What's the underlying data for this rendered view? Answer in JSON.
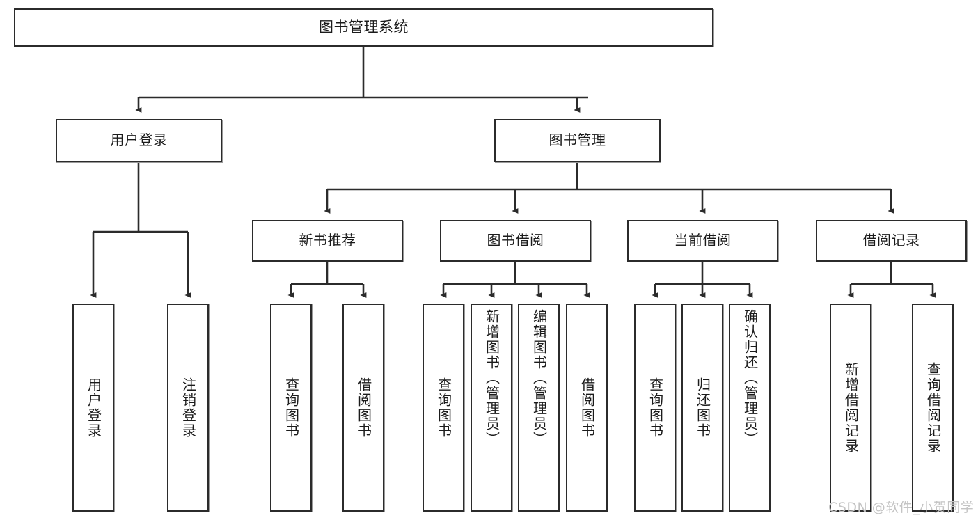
{
  "diagram": {
    "title": "图书管理系统",
    "type": "tree-hierarchy-chart",
    "colors": {
      "background": "#ffffff",
      "node_border": "#2b2b2b",
      "node_fill": "#ffffff",
      "edge": "#2b2b2b",
      "text": "#1b1b1b",
      "watermark": "#c4c4c4"
    }
  },
  "root": {
    "label": "图书管理系统"
  },
  "level1": [
    {
      "label": "用户登录"
    },
    {
      "label": "图书管理"
    }
  ],
  "level2": [
    {
      "label": "新书推荐"
    },
    {
      "label": "图书借阅"
    },
    {
      "label": "当前借阅"
    },
    {
      "label": "借阅记录"
    }
  ],
  "leaves": {
    "user_login": [
      {
        "label": "用户登录"
      },
      {
        "label": "注销登录"
      }
    ],
    "new_book_recommend": [
      {
        "label": "查询图书"
      },
      {
        "label": "借阅图书"
      }
    ],
    "book_borrow": [
      {
        "label": "查询图书"
      },
      {
        "label": "新增图书（管理员）"
      },
      {
        "label": "编辑图书（管理员）"
      },
      {
        "label": "借阅图书"
      }
    ],
    "current_borrow": [
      {
        "label": "查询图书"
      },
      {
        "label": "归还图书"
      },
      {
        "label": "确认归还（管理员）"
      }
    ],
    "borrow_record": [
      {
        "label": "新增借阅记录"
      },
      {
        "label": "查询借阅记录"
      }
    ]
  },
  "watermark": {
    "text": "CSDN @软件_小贺同学"
  }
}
